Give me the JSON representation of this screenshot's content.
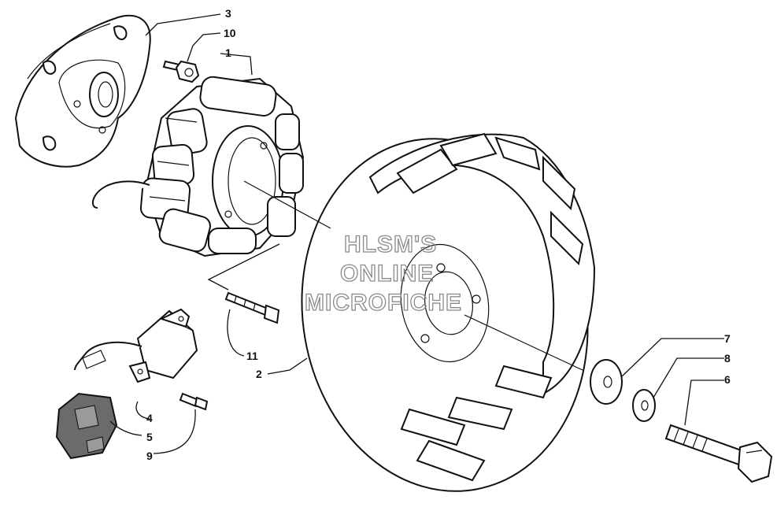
{
  "callouts": {
    "c1": "1",
    "c2": "2",
    "c3": "3",
    "c4": "4",
    "c5": "5",
    "c6": "6",
    "c7": "7",
    "c8": "8",
    "c9": "9",
    "c10": "10",
    "c11": "11"
  },
  "watermark": {
    "line1": "HLSM'S",
    "line2": "ONLINE",
    "line3": "MICROFICHE"
  },
  "colors": {
    "ink": "#111111",
    "watermark": "#8a8a8a",
    "background": "#ffffff"
  }
}
